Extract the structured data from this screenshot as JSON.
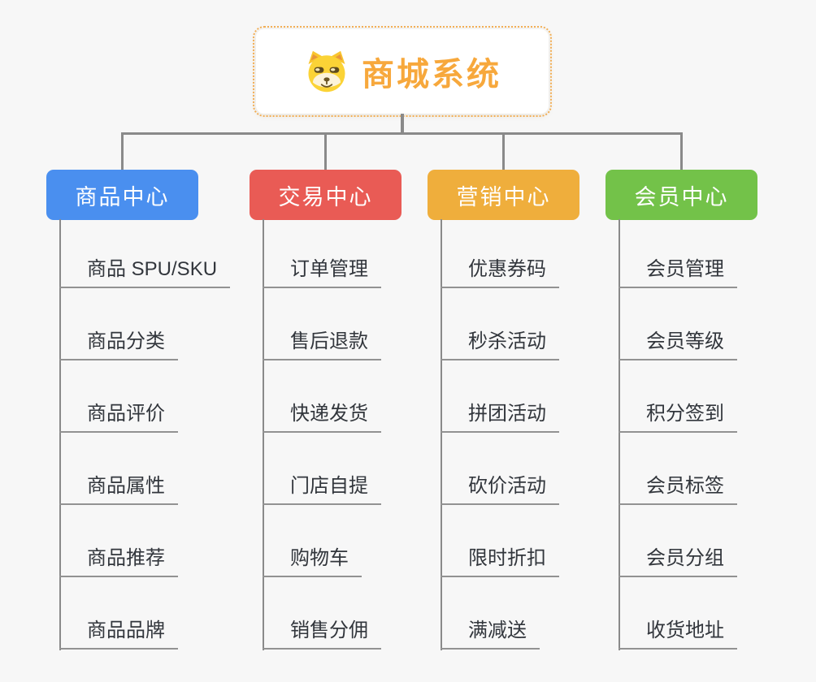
{
  "canvas": {
    "background": "#F7F7F7"
  },
  "root": {
    "title": "商城系统",
    "icon": "shiba-dog-icon",
    "accent_color": "#F7A83C",
    "border_color": "#F2AE55",
    "fill": "#FFFFFF"
  },
  "connector_color": "#8A8A8A",
  "leaf_underline_color": "#929292",
  "leaf_text_color": "#32363C",
  "branches": [
    {
      "label": "商品中心",
      "color": "#4A8FEF",
      "children": [
        "商品 SPU/SKU",
        "商品分类",
        "商品评价",
        "商品属性",
        "商品推荐",
        "商品品牌"
      ]
    },
    {
      "label": "交易中心",
      "color": "#E95B55",
      "children": [
        "订单管理",
        "售后退款",
        "快递发货",
        "门店自提",
        "购物车",
        "销售分佣"
      ]
    },
    {
      "label": "营销中心",
      "color": "#EFAE3C",
      "children": [
        "优惠券码",
        "秒杀活动",
        "拼团活动",
        "砍价活动",
        "限时折扣",
        "满减送"
      ]
    },
    {
      "label": "会员中心",
      "color": "#73C249",
      "children": [
        "会员管理",
        "会员等级",
        "积分签到",
        "会员标签",
        "会员分组",
        "收货地址"
      ]
    }
  ]
}
